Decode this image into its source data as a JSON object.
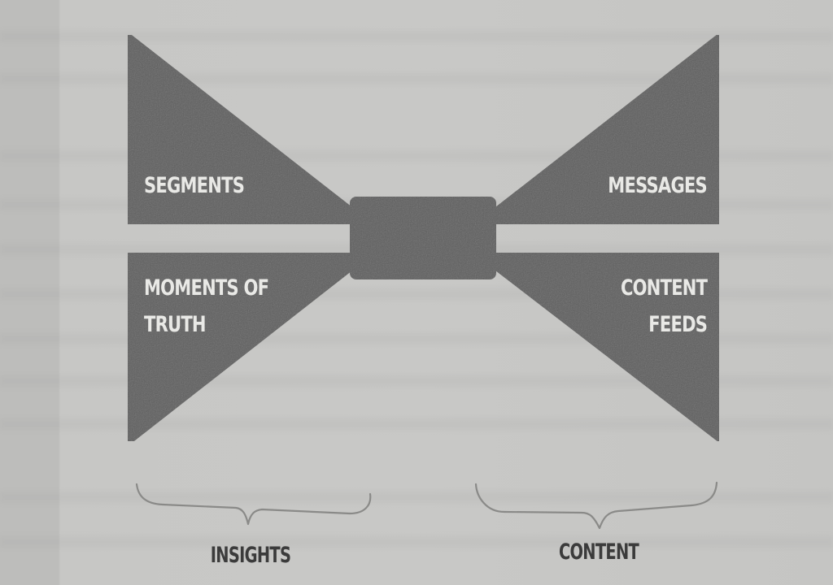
{
  "diagram": {
    "type": "bow-tie",
    "colors": {
      "shape_fill": "#5e5e5e",
      "label_text": "#e9e9e6",
      "caption_text": "#3b3b3b",
      "brace_stroke": "#8a8a88",
      "background": "#c7c7c5"
    },
    "wings": {
      "top_left": {
        "label": "SEGMENTS"
      },
      "bottom_left": {
        "label_line1": "MOMENTS OF",
        "label_line2": "TRUTH"
      },
      "top_right": {
        "label": "MESSAGES"
      },
      "bottom_right": {
        "label_line1": "CONTENT",
        "label_line2": "FEEDS"
      }
    },
    "center_knot": {
      "label": ""
    },
    "groups": {
      "left": {
        "caption": "INSIGHTS"
      },
      "right": {
        "caption": "CONTENT"
      }
    }
  }
}
